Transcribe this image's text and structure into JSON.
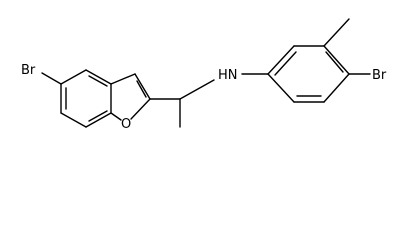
{
  "molecule": {
    "atoms": {
      "br_left": "Br",
      "oxygen": "O",
      "amine": "HN",
      "br_right": "Br"
    },
    "colors": {
      "bond": "#000000",
      "label": "#000000",
      "background": "#ffffff"
    }
  }
}
